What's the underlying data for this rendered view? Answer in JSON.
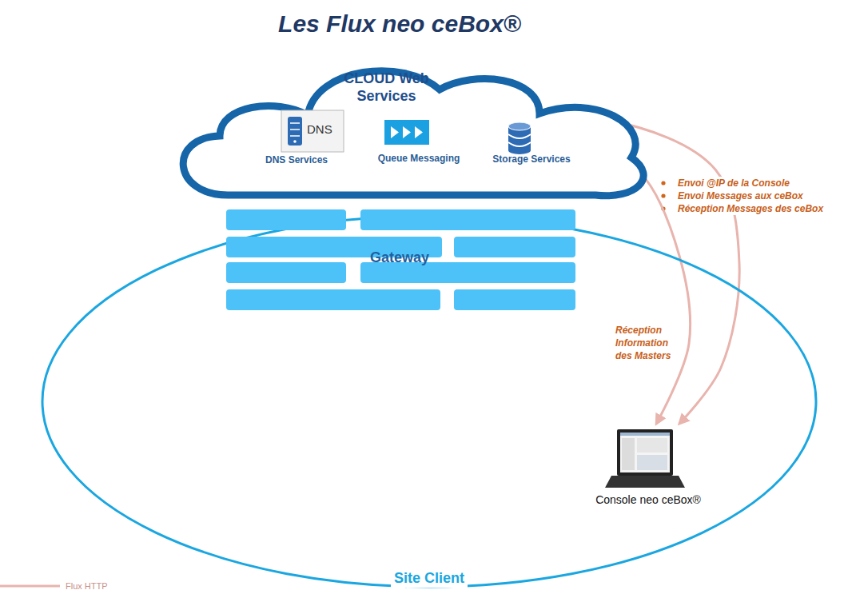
{
  "diagram": {
    "title": "Les Flux neo ceBox®",
    "nodes": [
      {
        "text": [
          "CLOUD Web Services"
        ]
      },
      {
        "text": [
          "DNS",
          "DNS Services"
        ],
        "in": 0
      },
      {
        "text": [
          "Queue Messaging"
        ],
        "in": 0
      },
      {
        "text": [
          "Storage Services"
        ],
        "in": 0
      },
      {
        "text": [
          "Site Client"
        ]
      },
      {
        "text": [
          "Gateway"
        ],
        "in": 4
      },
      {
        "text": [
          "Console neo ceBox®"
        ],
        "in": 4
      }
    ],
    "edges": [
      {
        "from": 2,
        "to": 6,
        "arrow": "both"
      },
      {
        "from": 3,
        "to": 6,
        "label": "Réception Information des Masters",
        "arrow": "both"
      }
    ],
    "labels": [
      "Envoi @IP de la Console",
      "Envoi Messages aux ceBox",
      "Réception Messages des ceBox"
    ],
    "legend": [
      {
        "text": "Flux HTTP"
      }
    ]
  }
}
